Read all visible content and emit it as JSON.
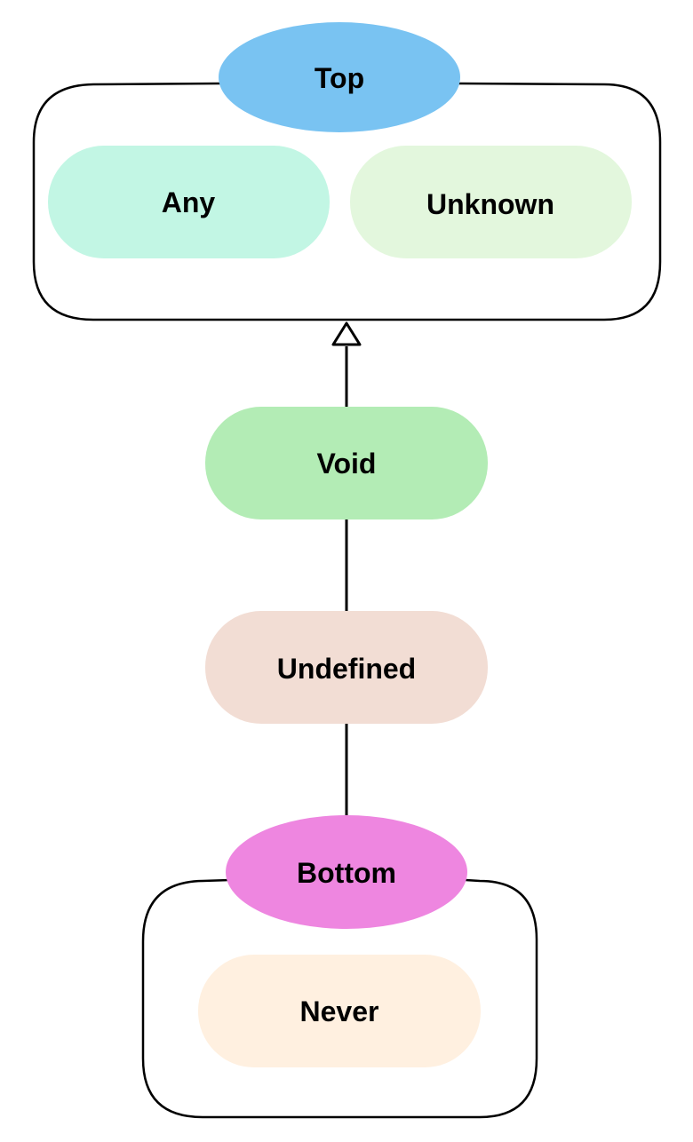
{
  "groups": {
    "top": {
      "label": "Top",
      "header_color": "#79c3f2",
      "members": {
        "any": {
          "label": "Any",
          "color": "#c2f6e4"
        },
        "unknown": {
          "label": "Unknown",
          "color": "#e3f7dd"
        }
      }
    },
    "bottom": {
      "label": "Bottom",
      "header_color": "#ee86e0",
      "members": {
        "never": {
          "label": "Never",
          "color": "#fff0e0"
        }
      }
    }
  },
  "nodes": {
    "void": {
      "label": "Void",
      "color": "#b3ecb5"
    },
    "undefined": {
      "label": "Undefined",
      "color": "#f2ddd4"
    }
  },
  "edges": [
    {
      "from": "void",
      "to": "top",
      "arrow": "hollow-triangle"
    },
    {
      "from": "undefined",
      "to": "void",
      "arrow": "none"
    },
    {
      "from": "bottom",
      "to": "undefined",
      "arrow": "none"
    }
  ]
}
